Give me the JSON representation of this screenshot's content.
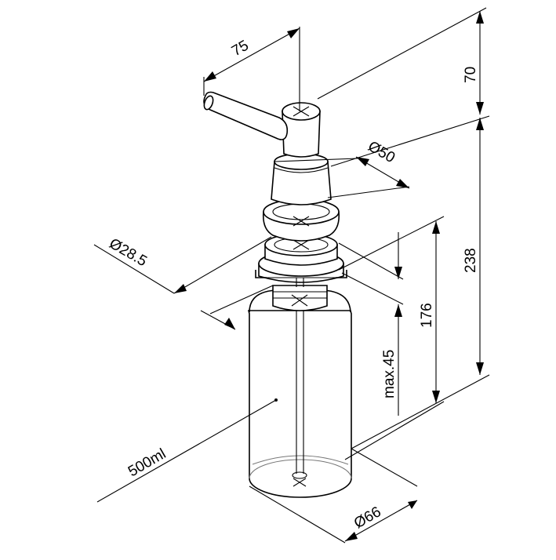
{
  "drawing": {
    "labels": {
      "spout_reach": "75",
      "head_height": "70",
      "head_diameter": "Ø50",
      "neck_diameter": "Ø28.5",
      "total_height": "238",
      "below_counter": "176",
      "max_thickness": "max.45",
      "volume": "500ml",
      "bottle_diameter": "Ø66"
    },
    "colors": {
      "line": "#000000",
      "background": "#ffffff",
      "hidden_line": "#777777"
    }
  }
}
